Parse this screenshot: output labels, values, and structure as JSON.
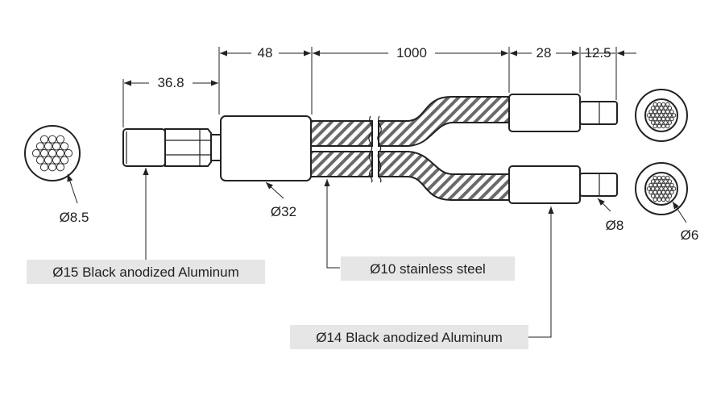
{
  "dimensions": {
    "connector_length": "36.8",
    "ferrule_length": "48",
    "cable_length": "1000",
    "tip_ferrule_length": "28",
    "tip_length": "12.5"
  },
  "diameters": {
    "bundle_end": "Ø8.5",
    "main_ferrule": "Ø32",
    "tip_outer": "Ø8",
    "tip_bundle": "Ø6"
  },
  "callouts": {
    "connector_material": "Ø15 Black anodized Aluminum",
    "sheath_material": "Ø10 stainless steel",
    "tip_ferrule_material": "Ø14 Black anodized Aluminum"
  },
  "colors": {
    "line": "#222222",
    "label_background": "#e6e6e6"
  }
}
